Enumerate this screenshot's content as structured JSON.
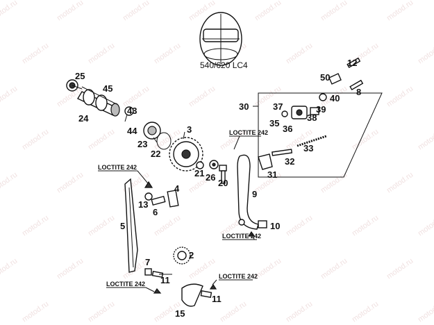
{
  "diagram": {
    "model_label": "540/620 LC4",
    "watermark_text": "motod.ru",
    "loctite_label": "LOCTITE 242",
    "parts": [
      {
        "id": "p25",
        "number": "25"
      },
      {
        "id": "p45",
        "number": "45"
      },
      {
        "id": "p24",
        "number": "24"
      },
      {
        "id": "p43",
        "number": "43"
      },
      {
        "id": "p44",
        "number": "44"
      },
      {
        "id": "p23",
        "number": "23"
      },
      {
        "id": "p22",
        "number": "22"
      },
      {
        "id": "p3",
        "number": "3"
      },
      {
        "id": "p21",
        "number": "21"
      },
      {
        "id": "p26",
        "number": "26"
      },
      {
        "id": "p20",
        "number": "20"
      },
      {
        "id": "p9",
        "number": "9"
      },
      {
        "id": "p30",
        "number": "30"
      },
      {
        "id": "p37",
        "number": "37"
      },
      {
        "id": "p35",
        "number": "35"
      },
      {
        "id": "p36",
        "number": "36"
      },
      {
        "id": "p38",
        "number": "38"
      },
      {
        "id": "p39",
        "number": "39"
      },
      {
        "id": "p40",
        "number": "40"
      },
      {
        "id": "p50",
        "number": "50"
      },
      {
        "id": "p12",
        "number": "12"
      },
      {
        "id": "p8",
        "number": "8"
      },
      {
        "id": "p33",
        "number": "33"
      },
      {
        "id": "p32",
        "number": "32"
      },
      {
        "id": "p31",
        "number": "31"
      },
      {
        "id": "p4",
        "number": "4"
      },
      {
        "id": "p13",
        "number": "13"
      },
      {
        "id": "p6",
        "number": "6"
      },
      {
        "id": "p5",
        "number": "5"
      },
      {
        "id": "p10",
        "number": "10"
      },
      {
        "id": "p2",
        "number": "2"
      },
      {
        "id": "p7",
        "number": "7"
      },
      {
        "id": "p11a",
        "number": "11"
      },
      {
        "id": "p11b",
        "number": "11"
      },
      {
        "id": "p15",
        "number": "15"
      }
    ]
  }
}
